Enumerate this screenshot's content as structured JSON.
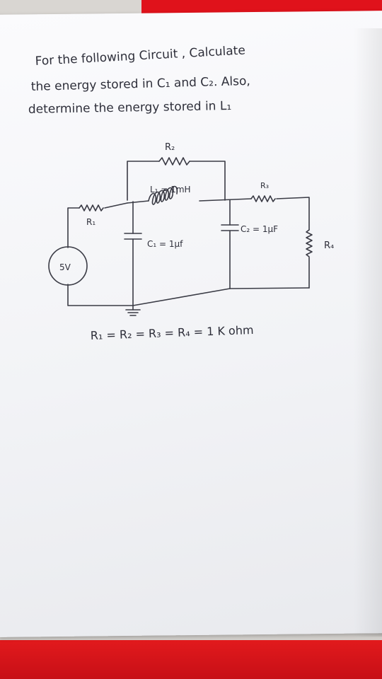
{
  "problem": {
    "line1": "For the following Circuit , Calculate",
    "line2": "the energy stored in  C₁ and C₂. Also,",
    "line3": "determine the energy stored in L₁"
  },
  "labels": {
    "r1": "R₁",
    "r2": "R₂",
    "r3": "R₃",
    "r4": "R₄",
    "l1": "L₁ = 1mH",
    "c1": "C₁ = 1μf",
    "c2": "C₂ = 1μF",
    "source": "5V"
  },
  "given": "R₁ = R₂ = R₃ = R₄ =  1 K ohm",
  "colors": {
    "ink": "#2e2f3a",
    "red_mat": "#e0121b"
  }
}
